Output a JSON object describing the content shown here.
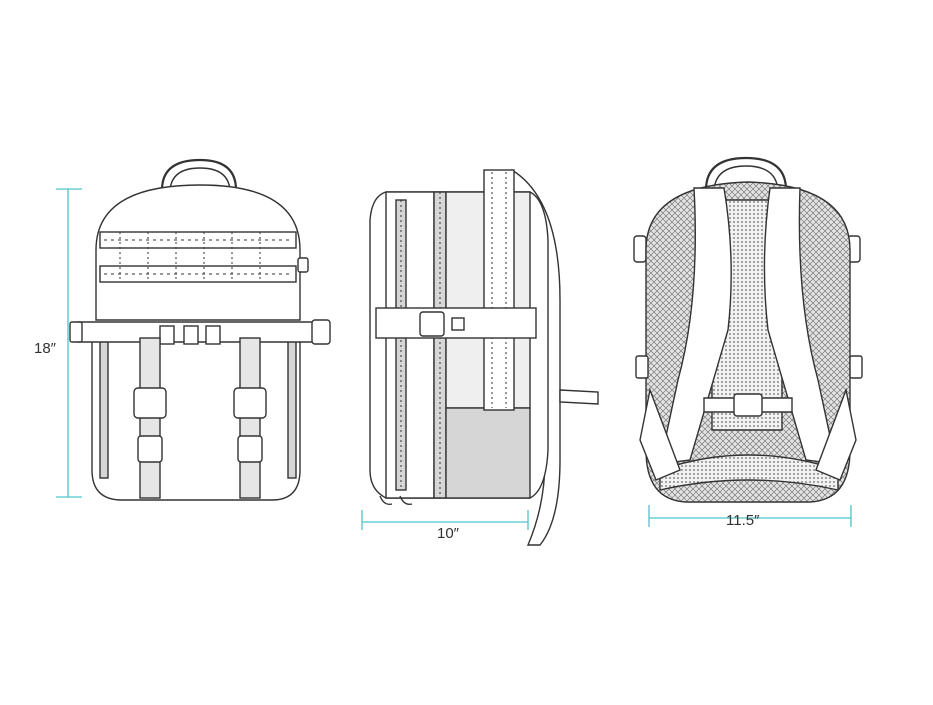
{
  "dimensions": {
    "height_label": "18″",
    "depth_label": "10″",
    "width_label": "11.5″"
  },
  "views": [
    "front",
    "side",
    "back"
  ],
  "colors": {
    "outline": "#333333",
    "dimension_line": "#4fc3c9",
    "shade": "#d6d6d6",
    "mesh": "#8a8a8a",
    "background": "#ffffff"
  }
}
